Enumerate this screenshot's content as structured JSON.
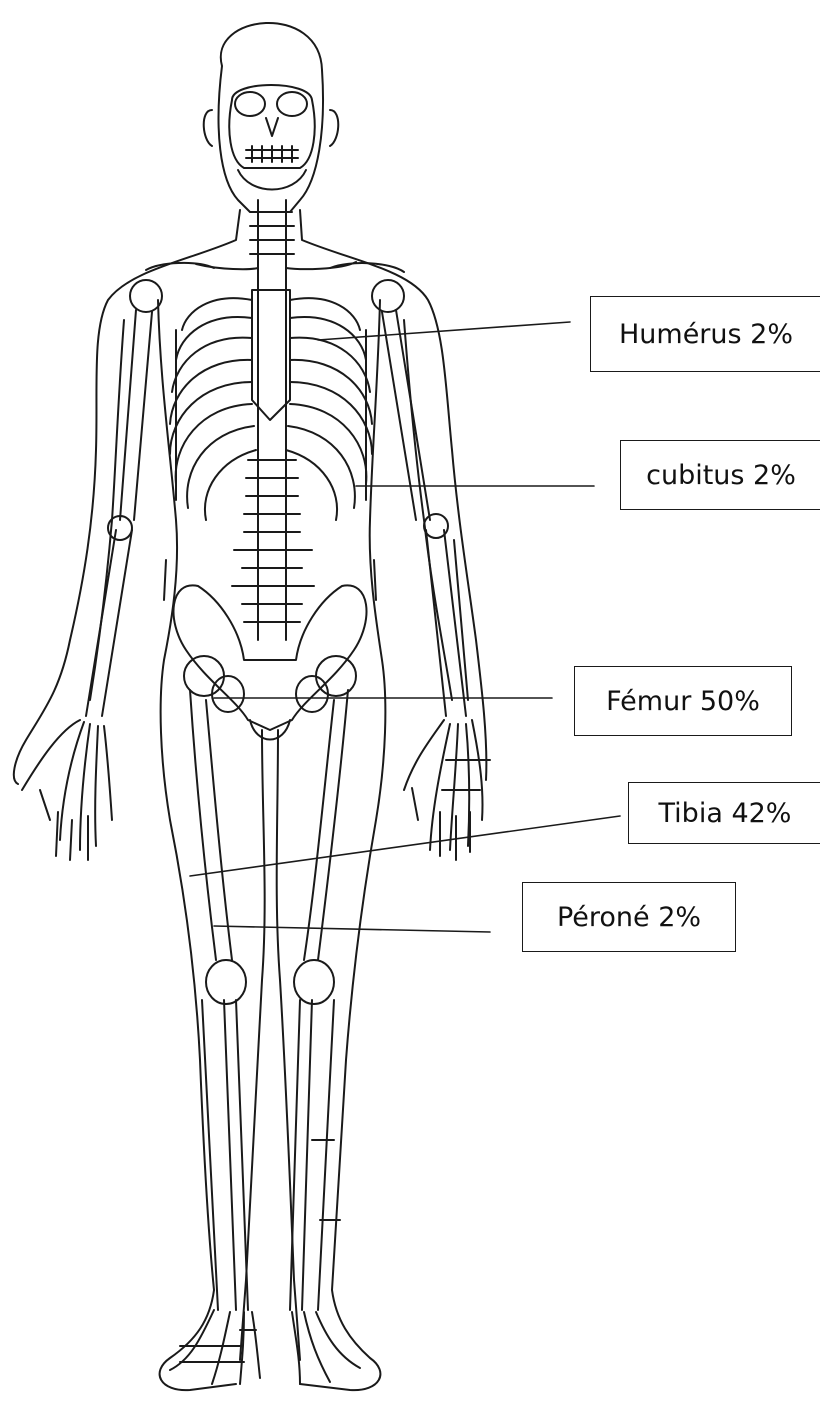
{
  "diagram": {
    "subject": "skeleton-front-view",
    "labels": [
      {
        "id": "humerus",
        "text": "Humérus 2%"
      },
      {
        "id": "cubitus",
        "text": "cubitus 2%"
      },
      {
        "id": "femur",
        "text": "Fémur 50%"
      },
      {
        "id": "tibia",
        "text": "Tibia 42%"
      },
      {
        "id": "perone",
        "text": "Péroné 2%"
      }
    ],
    "colors": {
      "line": "#1a1a1a",
      "background": "#ffffff"
    }
  }
}
